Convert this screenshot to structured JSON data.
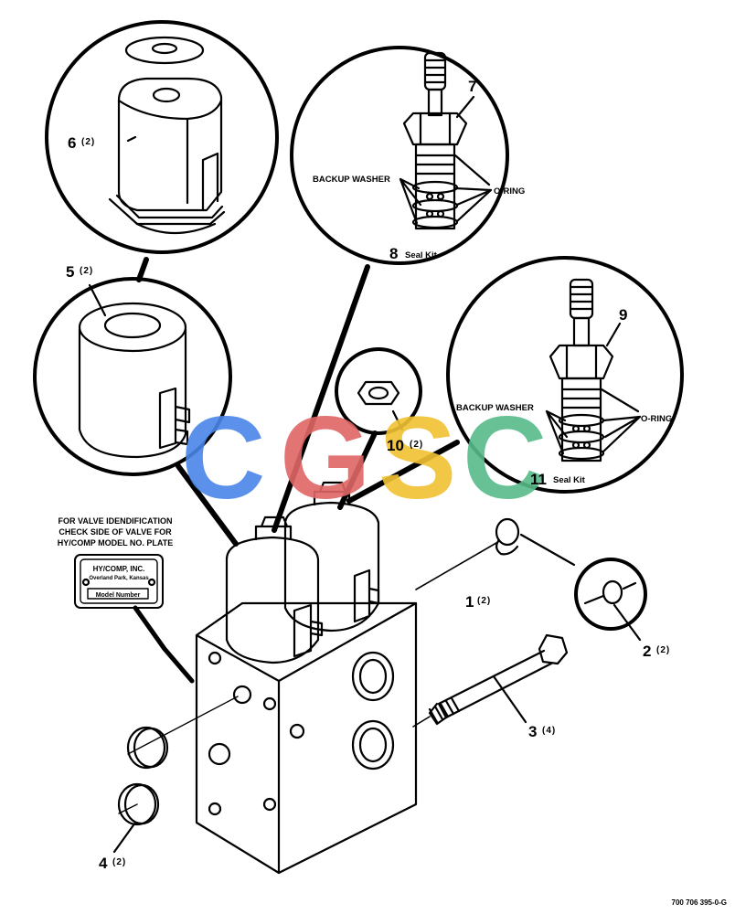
{
  "callouts": {
    "c1": {
      "num": "1",
      "qty": "(2)"
    },
    "c2": {
      "num": "2",
      "qty": "(2)"
    },
    "c3": {
      "num": "3",
      "qty": "(4)"
    },
    "c4": {
      "num": "4",
      "qty": "(2)"
    },
    "c5": {
      "num": "5",
      "qty": "(2)"
    },
    "c6": {
      "num": "6",
      "qty": "(2)"
    },
    "c7": {
      "num": "7"
    },
    "c8": {
      "num": "8",
      "label": "Seal Kit"
    },
    "c9": {
      "num": "9"
    },
    "c10": {
      "num": "10",
      "qty": "(2)"
    },
    "c11": {
      "num": "11",
      "label": "Seal Kit"
    }
  },
  "labels": {
    "backup_washer": "BACKUP WASHER",
    "o_ring": "O-RING"
  },
  "note": {
    "line1": "FOR VALVE IDENDIFICATION",
    "line2": "CHECK SIDE OF VALVE FOR",
    "line3": "HY/COMP MODEL NO. PLATE"
  },
  "plate": {
    "line1": "HY/COMP, INC.",
    "line2": "Overland Park, Kansas",
    "line3": "Model Number"
  },
  "watermark": {
    "letters": [
      "C",
      "G",
      "S",
      "C"
    ],
    "colors": [
      "#4a86e8",
      "#e06666",
      "#f1c232",
      "#57bb8a"
    ]
  },
  "figure_id": "700 706 395-0-G"
}
